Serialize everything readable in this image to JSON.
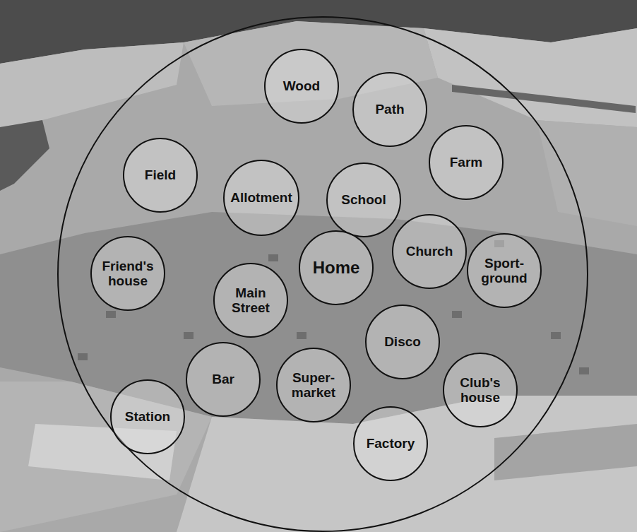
{
  "diagram": {
    "nodes": [
      {
        "text": [
          "Wood"
        ]
      },
      {
        "text": [
          "Path"
        ]
      },
      {
        "text": [
          "Farm"
        ]
      },
      {
        "text": [
          "Field"
        ]
      },
      {
        "text": [
          "Allotment"
        ]
      },
      {
        "text": [
          "School"
        ]
      },
      {
        "text": [
          "Church"
        ]
      },
      {
        "text": [
          "Sport- ground"
        ]
      },
      {
        "text": [
          "Friend's house"
        ]
      },
      {
        "text": [
          "Home"
        ]
      },
      {
        "text": [
          "Main Street"
        ]
      },
      {
        "text": [
          "Disco"
        ]
      },
      {
        "text": [
          "Bar"
        ]
      },
      {
        "text": [
          "Super- market"
        ]
      },
      {
        "text": [
          "Club's house"
        ]
      },
      {
        "text": [
          "Station"
        ]
      },
      {
        "text": [
          "Factory"
        ]
      }
    ]
  }
}
